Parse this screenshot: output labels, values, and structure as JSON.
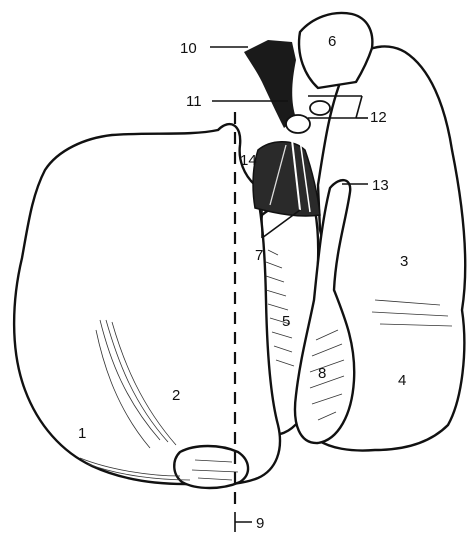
{
  "labels": {
    "l1": "1",
    "l2": "2",
    "l3": "3",
    "l4": "4",
    "l5": "5",
    "l6": "6",
    "l7": "7",
    "l8": "8",
    "l9": "9",
    "l10": "10",
    "l11": "11",
    "l12": "12",
    "l13": "13",
    "l14": "14"
  },
  "colors": {
    "ink": "#111111",
    "paper": "#ffffff",
    "vessel": "#1a1a1a"
  }
}
